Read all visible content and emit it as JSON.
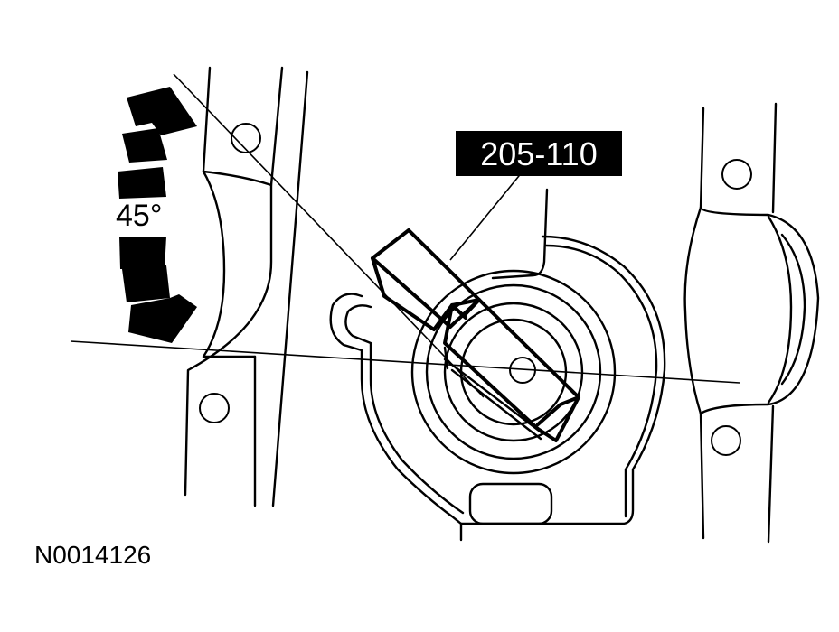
{
  "diagram": {
    "tool_callout": "205-110",
    "angle_label": "45°",
    "figure_id": "N0014126",
    "colors": {
      "ink": "#000000",
      "paper": "#ffffff"
    }
  }
}
